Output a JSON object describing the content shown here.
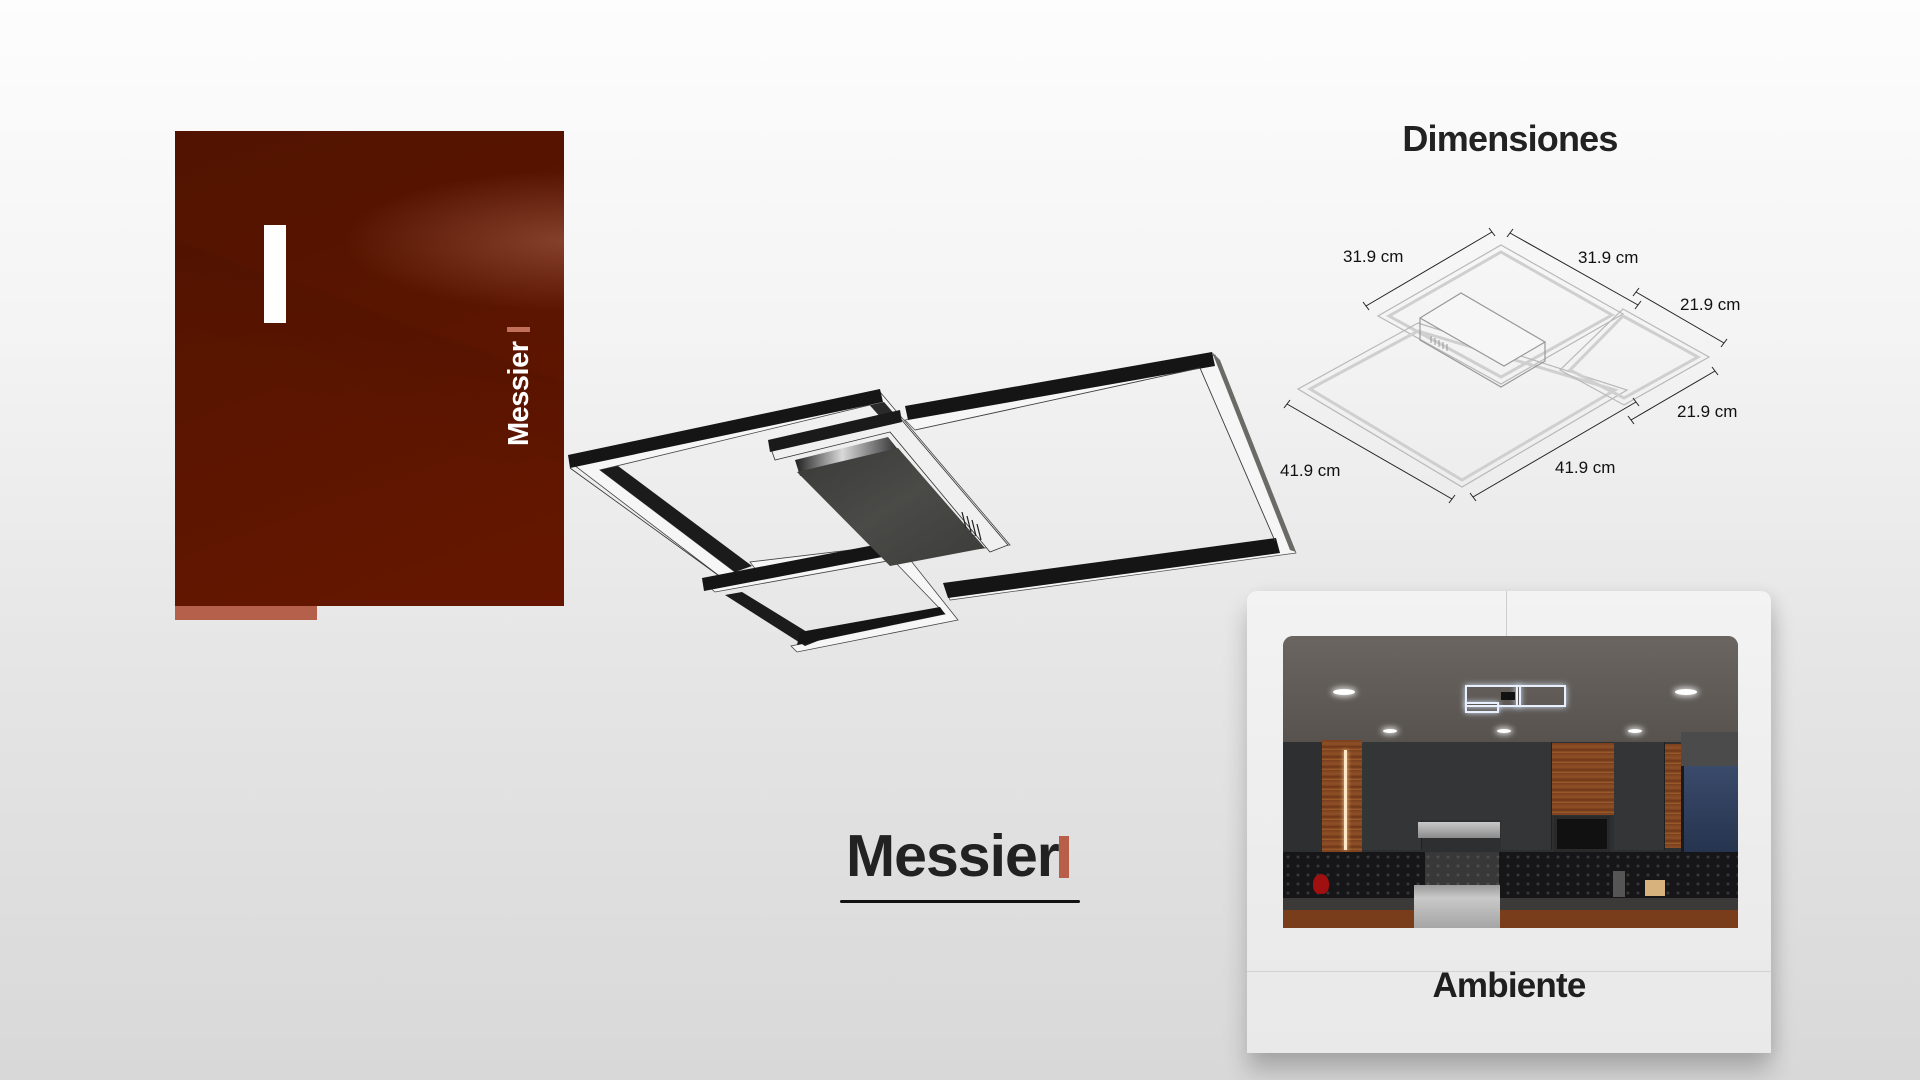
{
  "panel": {
    "vertical_title": "Messier",
    "colors": {
      "panel_dark": "#511300",
      "panel_mid": "#661600",
      "accent": "#b4604b",
      "white_bar": "#ffffff"
    }
  },
  "product": {
    "title": "Messier",
    "accent_color": "#b85e49",
    "image_alt": "Messier ceiling lamp, three black frame squares with LED strips"
  },
  "dimensions": {
    "title": "Dimensiones",
    "labels": [
      {
        "id": "top-left",
        "text": "31.9 cm"
      },
      {
        "id": "top-right",
        "text": "31.9 cm"
      },
      {
        "id": "small-upper",
        "text": "21.9 cm"
      },
      {
        "id": "small-lower",
        "text": "21.9 cm"
      },
      {
        "id": "large-left",
        "text": "41.9 cm"
      },
      {
        "id": "large-right",
        "text": "41.9 cm"
      }
    ]
  },
  "ambiente": {
    "label": "Ambiente",
    "image_alt": "Modern kitchen with dark cabinets, wood accents and the Messier lamp on the ceiling"
  }
}
